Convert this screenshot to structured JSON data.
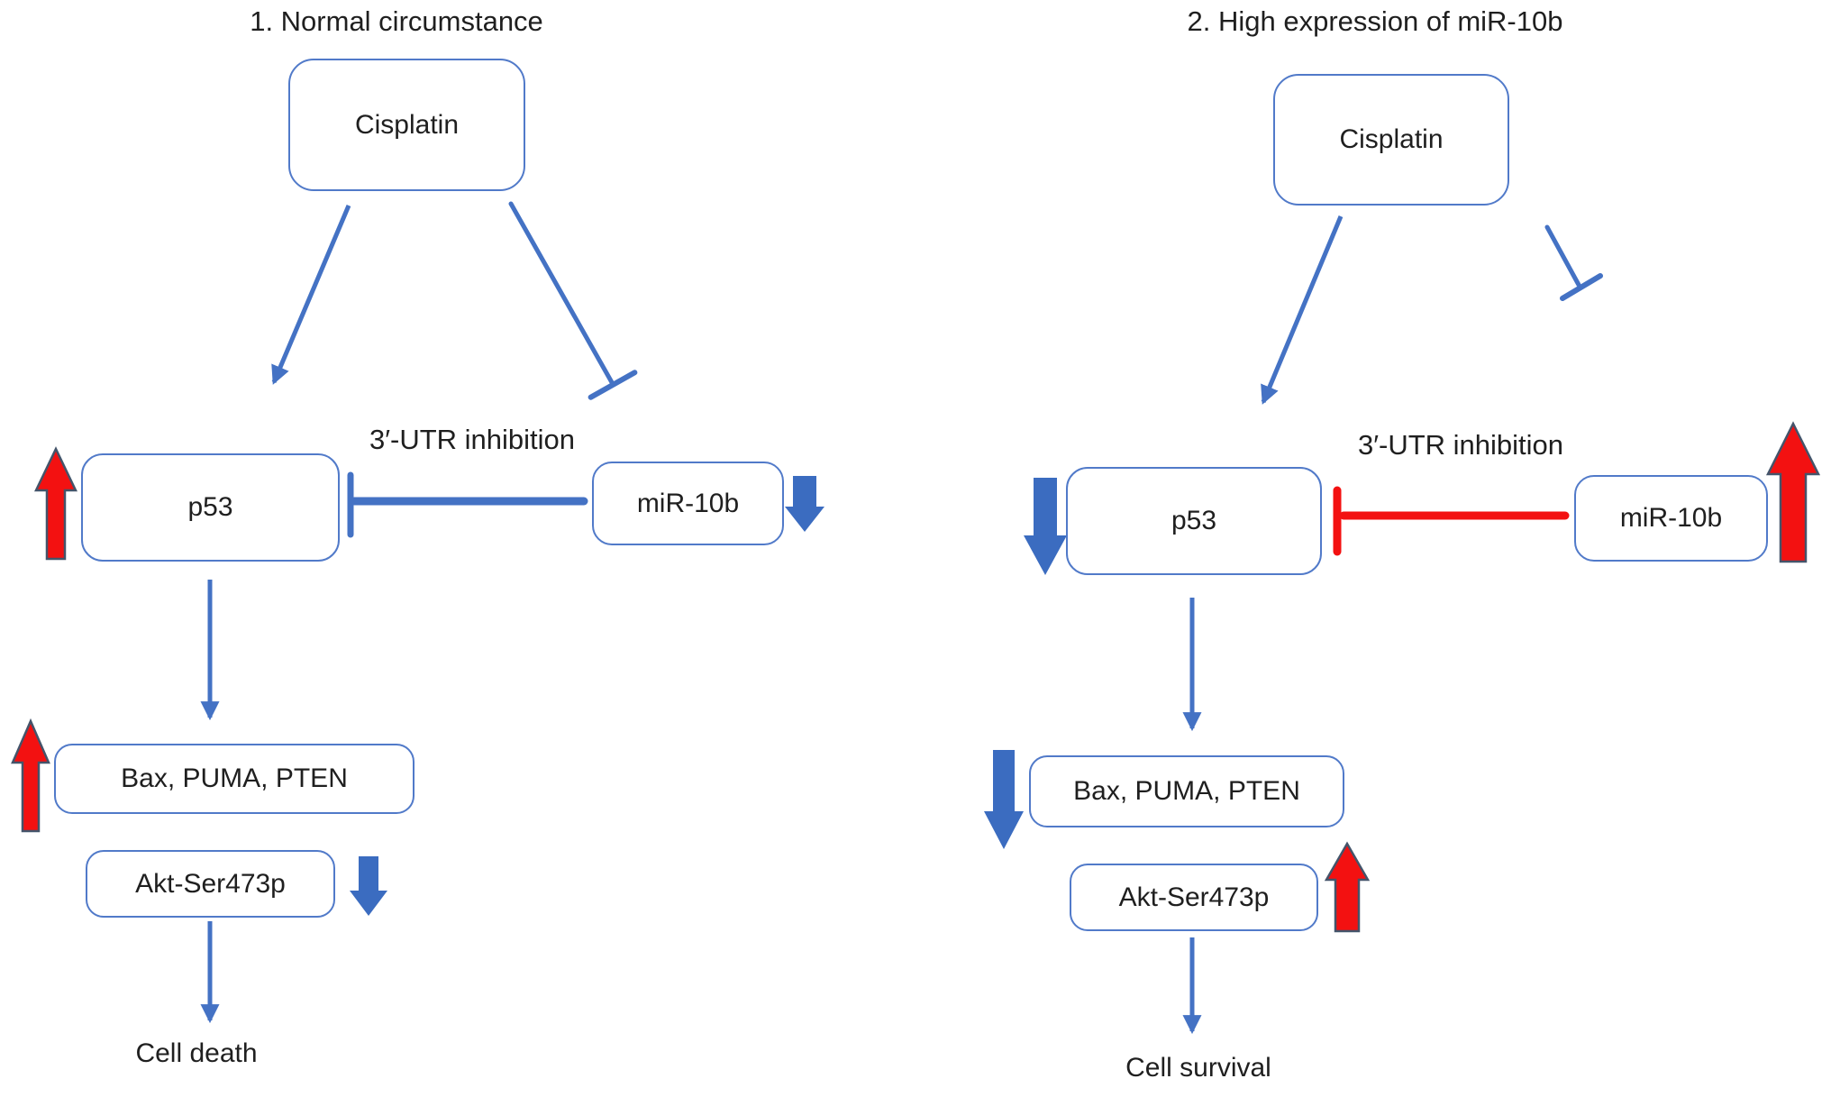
{
  "colors": {
    "blue": "#4472C4",
    "blue-block": "#3B6CC0",
    "red": "#F31111",
    "arrow-outline": "#44546A",
    "box-border": "#517AC9",
    "text": "#1F1F1F"
  },
  "left": {
    "title": "1. Normal circumstance",
    "cisplatin": "Cisplatin",
    "p53": "p53",
    "mir10b": "miR-10b",
    "utr_label": "3′-UTR inhibition",
    "bax": "Bax, PUMA, PTEN",
    "akt": "Akt-Ser473p",
    "outcome": "Cell death"
  },
  "right": {
    "title": "2. High expression of miR-10b",
    "cisplatin": "Cisplatin",
    "p53": "p53",
    "mir10b": "miR-10b",
    "utr_label": "3′-UTR inhibition",
    "bax": "Bax, PUMA, PTEN",
    "akt": "Akt-Ser473p",
    "outcome": "Cell survival"
  }
}
